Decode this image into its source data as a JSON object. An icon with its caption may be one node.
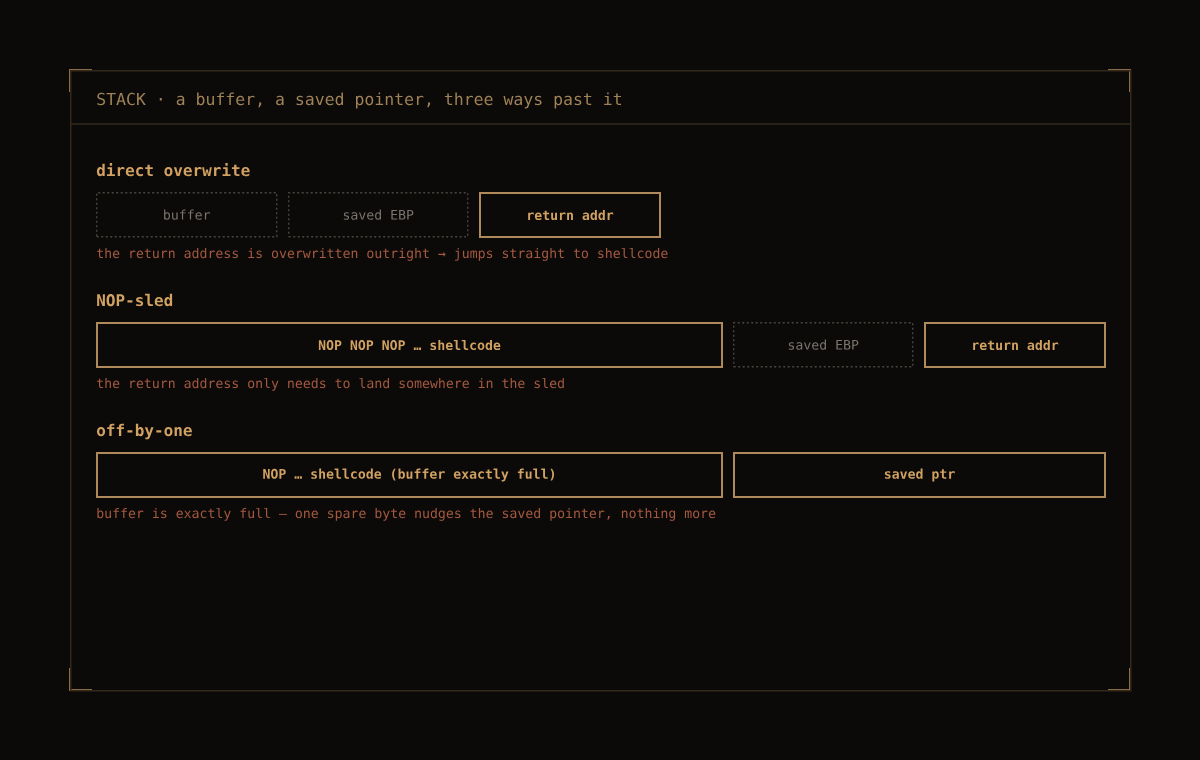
{
  "diagram": {
    "nodes": [
      {
        "text": [
          "STACK · a buffer, a saved pointer, three ways past it"
        ]
      },
      {
        "text": [
          "buffer"
        ],
        "in": 0
      },
      {
        "text": [
          "saved EBP"
        ],
        "in": 0
      },
      {
        "text": [
          "return addr"
        ],
        "in": 0
      },
      {
        "text": [
          "NOP NOP NOP … shellcode"
        ],
        "in": 0
      },
      {
        "text": [
          "saved EBP"
        ],
        "in": 0
      },
      {
        "text": [
          "return addr"
        ],
        "in": 0
      },
      {
        "text": [
          "NOP … shellcode (buffer exactly full)"
        ],
        "in": 0
      },
      {
        "text": [
          "saved ptr"
        ],
        "in": 0
      }
    ],
    "labels": [
      "direct overwrite",
      "the return address is overwritten outright → jumps straight to shellcode",
      "NOP-sled",
      "the return address only needs to land somewhere in the sled",
      "off-by-one",
      "buffer is exactly full — one spare byte nudges the saved pointer, nothing more"
    ]
  }
}
